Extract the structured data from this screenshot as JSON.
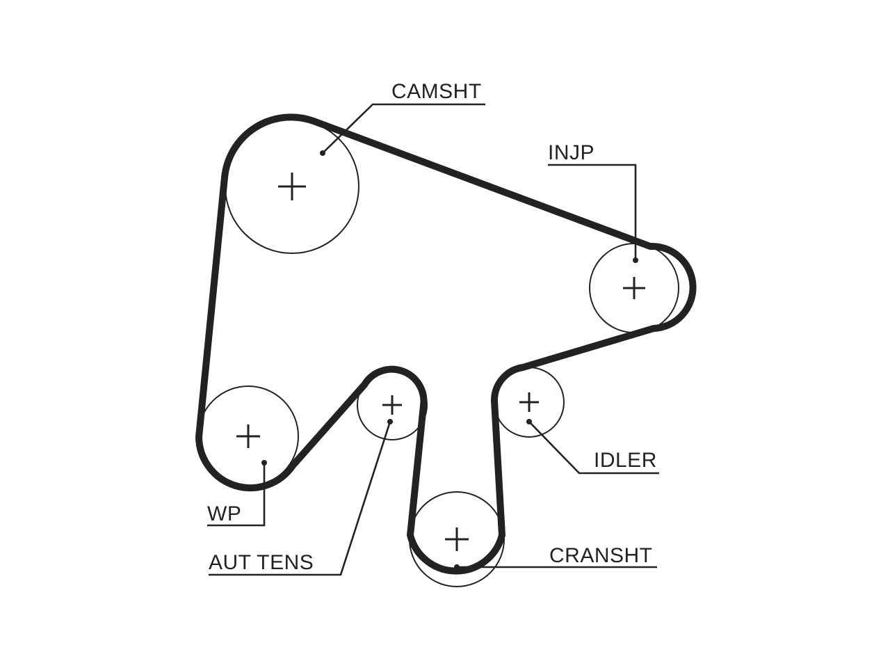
{
  "diagram": {
    "type": "timing-belt-routing",
    "colors": {
      "line": "#222222",
      "background": "#ffffff"
    },
    "labels": {
      "camshaft": "CAMSHT",
      "injection_pump": "INJP",
      "idler": "IDLER",
      "crankshaft": "CRANSHT",
      "water_pump": "WP",
      "auto_tensioner": "AUT TENS"
    }
  }
}
